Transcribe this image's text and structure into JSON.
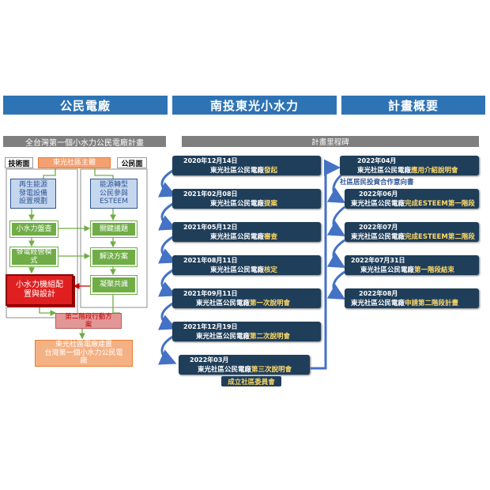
{
  "headers": {
    "left": "公民電廠",
    "middle": "南投東光小水力",
    "right": "計畫概要"
  },
  "left_panel": {
    "subtitle": "全台灣第一個小水力公民電廠計畫",
    "tech_tag": "技術面",
    "civic_tag": "公民面",
    "top_node": "東光社區主體",
    "left_column": [
      "再生能源\n發電設備\n設置規劃",
      "小水力盤查",
      "發電經營模\n式",
      "小水力機組配\n置與設計"
    ],
    "right_column": [
      "能源轉型\n公民參與\nESTEEM",
      "關鍵議題",
      "解決方案",
      "凝聚共識"
    ],
    "action_node": "第二階段行動方\n案",
    "final_node": "東光社區電廠建置\n台灣第一個小水力公民電\n廠"
  },
  "milestones": {
    "title": "計畫里程碑",
    "left": [
      {
        "date": "2020年12月14日",
        "prefix": "東光社區公民電廠",
        "highlight": "發起"
      },
      {
        "date": "2021年02月08日",
        "prefix": "東光社區公民電廠",
        "highlight": "提案"
      },
      {
        "date": "2021年05月12日",
        "prefix": "東光社區公民電廠",
        "highlight": "審查"
      },
      {
        "date": "2021年08月11日",
        "prefix": "東光社區公民電廠",
        "highlight": "核定"
      },
      {
        "date": "2021年09月11日",
        "prefix": "東光社區公民電廠",
        "highlight": "第一次說明會"
      },
      {
        "date": "2021年12月19日",
        "prefix": "東光社區公民電廠",
        "highlight": "第二次說明會"
      },
      {
        "date": "2022年03月",
        "prefix": "東光社區公民電廠",
        "highlight": "第三次說明會"
      }
    ],
    "left_extra": "成立社區委員會",
    "right": [
      {
        "date": "2022年04月",
        "prefix": "東光社區公民電廠",
        "highlight": "應用介紹說明會"
      },
      {
        "date": "2022年06月",
        "prefix": "東光社區公民電廠",
        "highlight": "完成ESTEEM第一階段"
      },
      {
        "date": "2022年07月",
        "prefix": "東光社區公民電廠",
        "highlight": "完成ESTEEM第二階段"
      },
      {
        "date": "2022年07月31日",
        "prefix": "東光社區公民電廠",
        "highlight": "第一階段結束"
      },
      {
        "date": "2022年08月",
        "prefix": "東光社區公民電廠",
        "highlight": "申請第二階段計畫"
      }
    ],
    "right_note": "社區居民投資合作意向書"
  },
  "colors": {
    "header": "#2e74b5",
    "milestone": "#1f3e5a",
    "highlight": "#ffd966",
    "green": "#70ad47",
    "red": "#e02020",
    "arrow": "#4472c4"
  }
}
